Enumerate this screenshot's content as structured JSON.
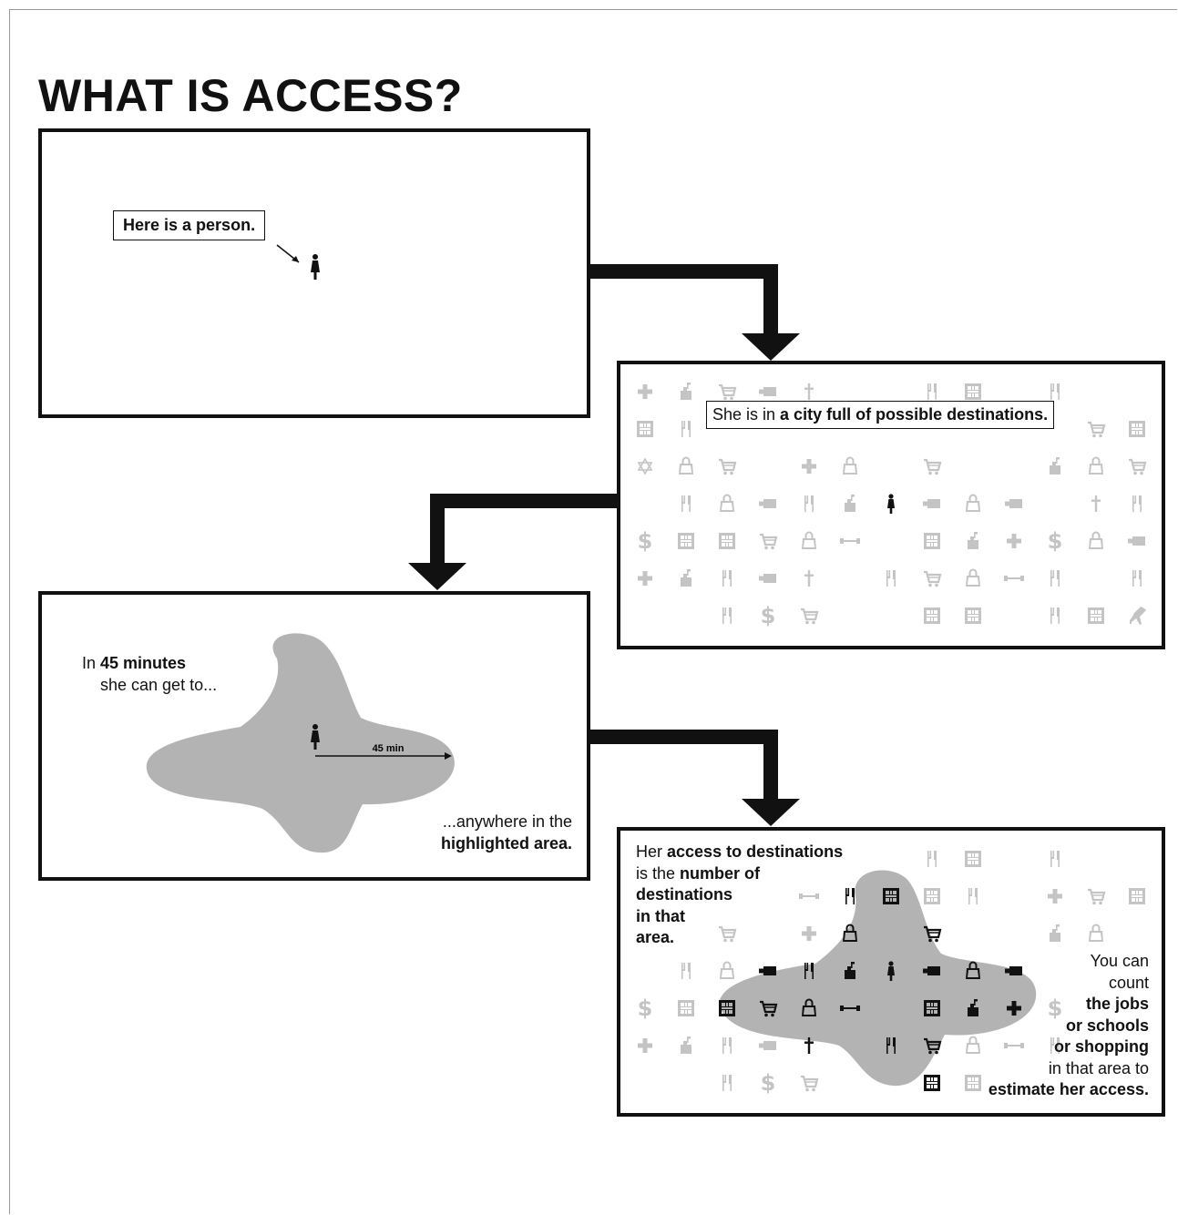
{
  "title": "WHAT IS ACCESS?",
  "panel1": {
    "callout": "Here is a person."
  },
  "panel2": {
    "callout_pre": "She is in ",
    "callout_bold": "a city full of possible destinations."
  },
  "panel3": {
    "text_in": "In ",
    "text_minutes": "45 minutes",
    "text_she": "she can get to...",
    "arrow_label": "45 min",
    "text_anywhere": "...anywhere in the",
    "text_highlighted": "highlighted area."
  },
  "panel4": {
    "left_l1_pre": "Her ",
    "left_l1_bold": "access to destinations",
    "left_l2_pre": "is the ",
    "left_l2_bold": "number of",
    "left_l3": "destinations",
    "left_l4": "in that",
    "left_l5": "area.",
    "right_l1": "You can",
    "right_l2": "count",
    "right_l3": "the jobs",
    "right_l4": "or schools",
    "right_l5": "or shopping",
    "right_l6": "in that area to",
    "right_l7": "estimate her access."
  },
  "colors": {
    "ink": "#111111",
    "faded_icon": "#c4c4c4",
    "area": "#b3b3b3"
  },
  "icons": [
    "person-icon",
    "fork-icon",
    "building-icon",
    "dollar-icon",
    "cart-icon",
    "bag-icon",
    "cross-icon",
    "coffee-icon",
    "mailbox-icon",
    "dumbbell-icon",
    "church-icon",
    "star-of-david-icon",
    "airplane-icon"
  ]
}
